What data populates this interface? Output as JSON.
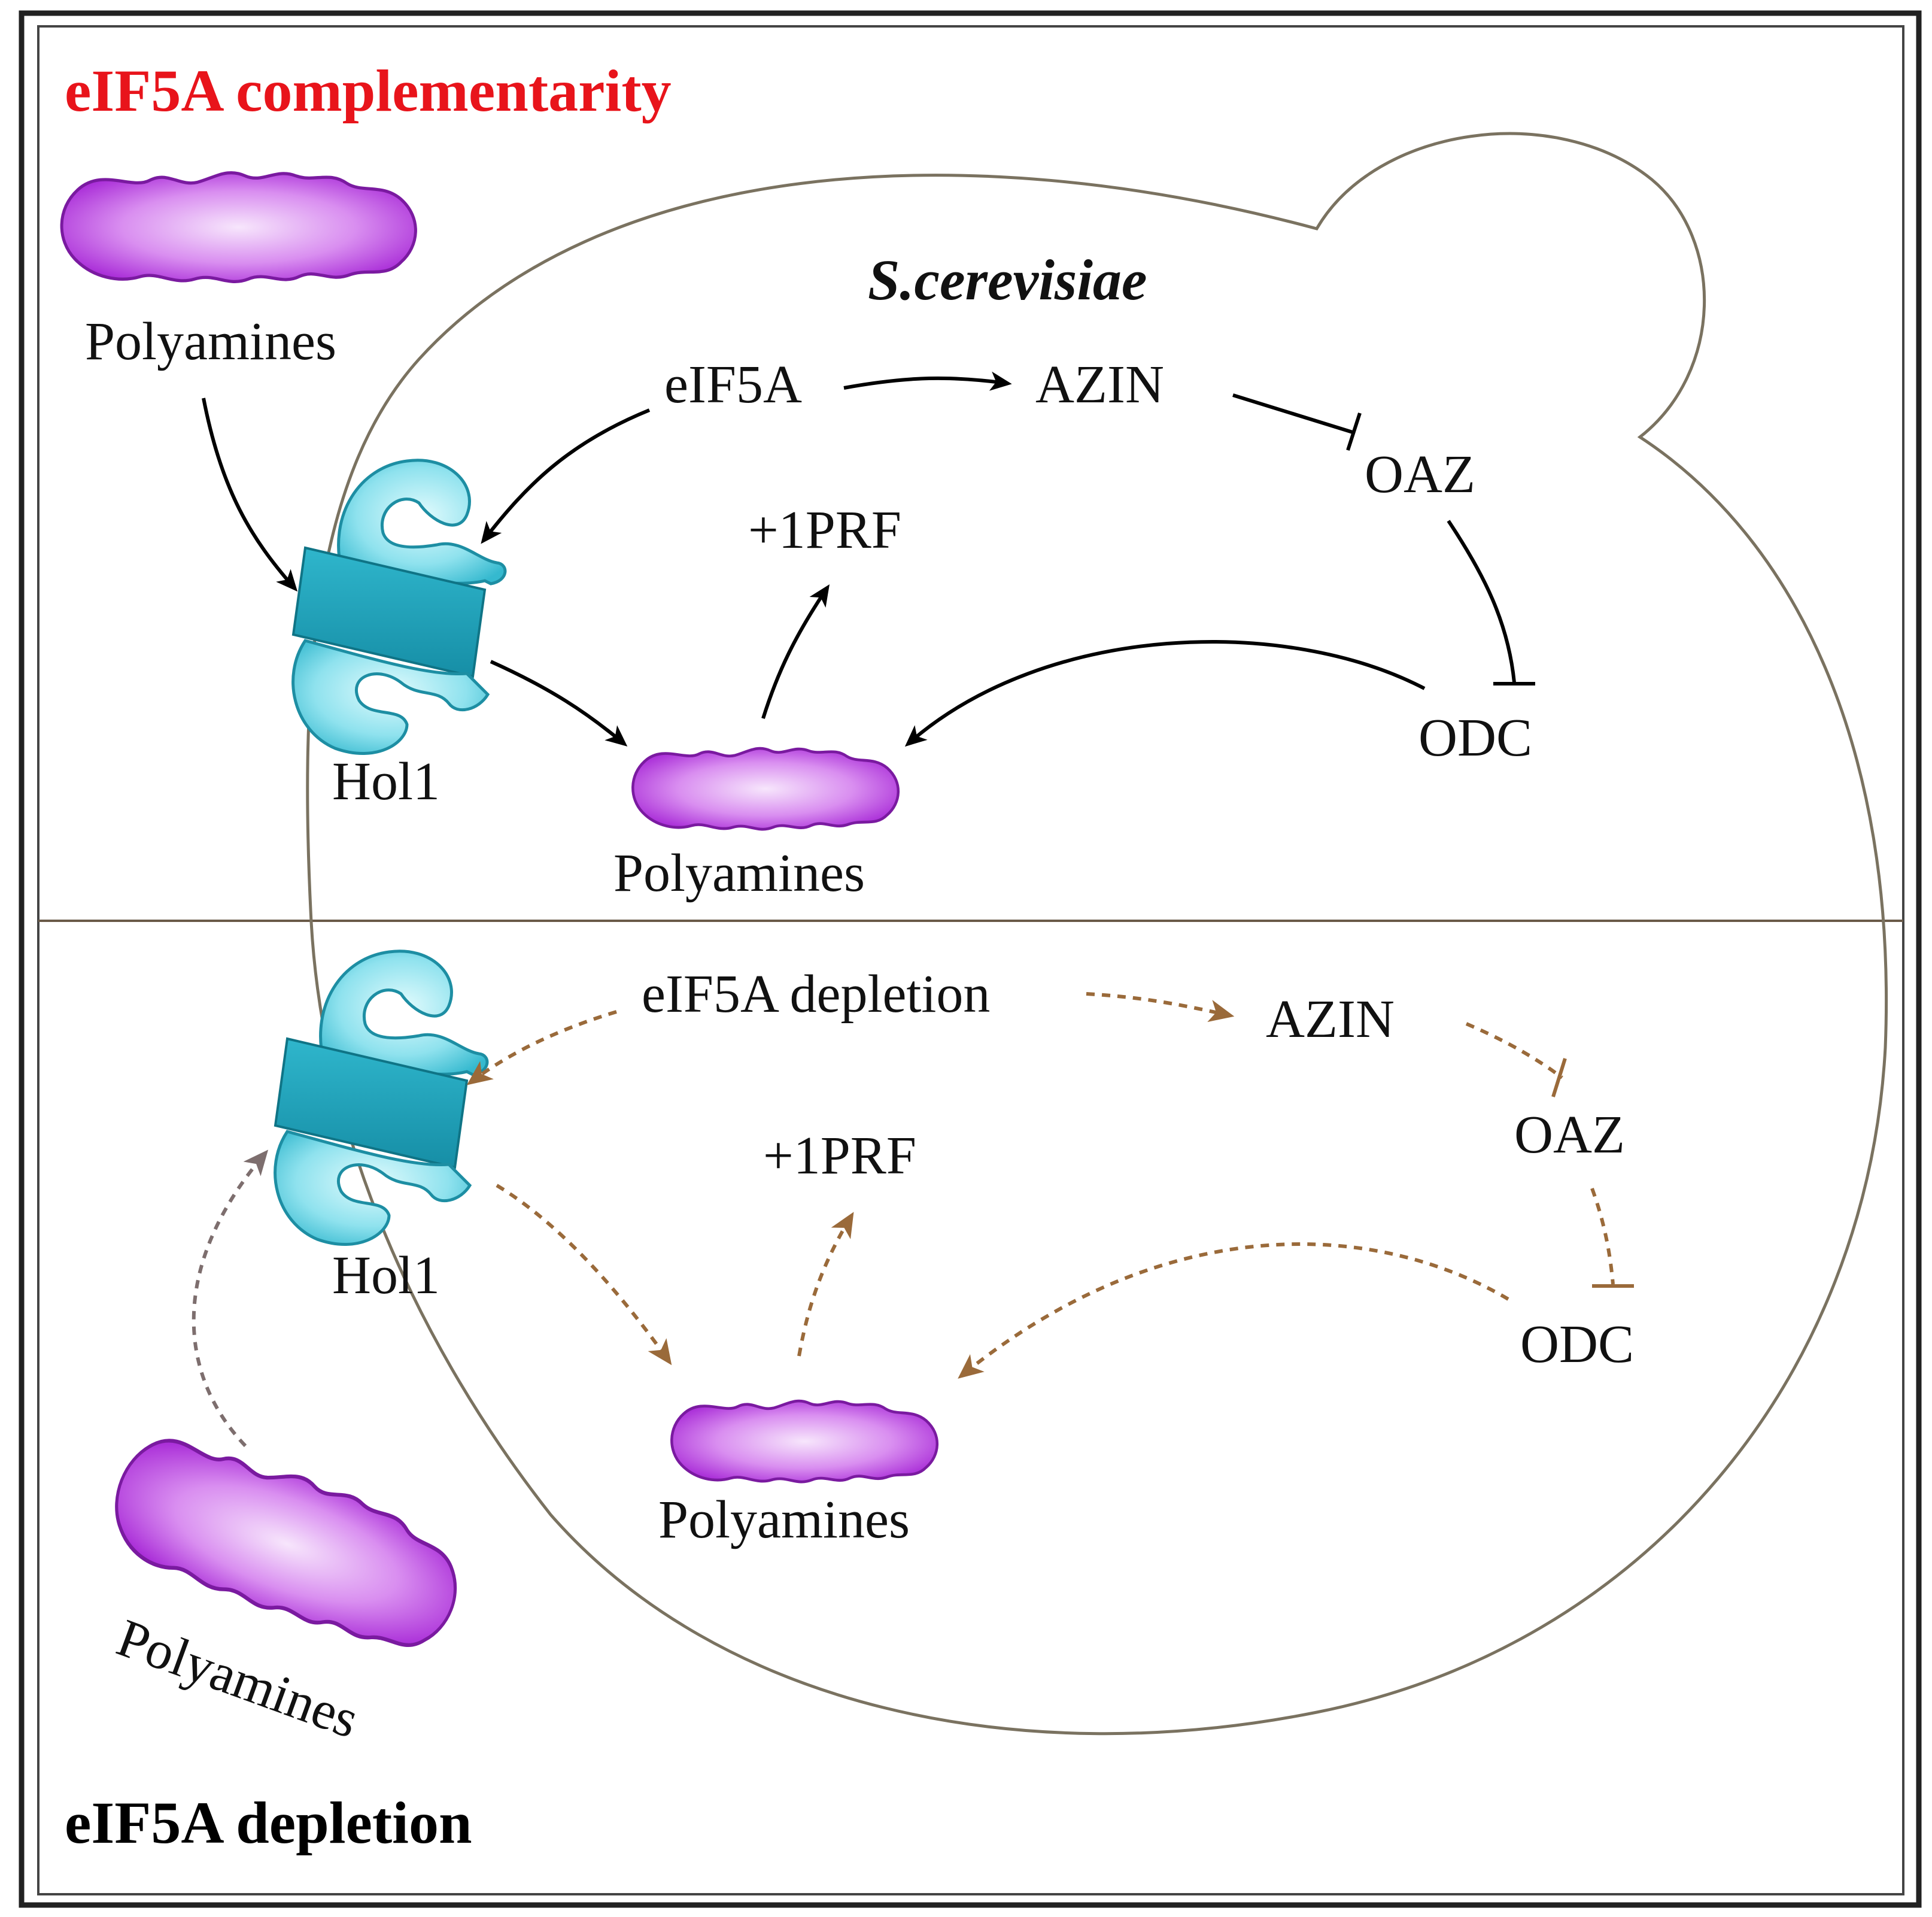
{
  "titles": {
    "top": "eIF5A complementarity",
    "bottom": "eIF5A depletion",
    "organism": "S.cerevisiae"
  },
  "top_panel": {
    "polyamines_outside": "Polyamines",
    "eif5a": "eIF5A",
    "azin": "AZIN",
    "oaz": "OAZ",
    "prf": "+1PRF",
    "odc": "ODC",
    "hol1": "Hol1",
    "polyamines_inside": "Polyamines"
  },
  "bottom_panel": {
    "eif5a_depletion": "eIF5A depletion",
    "azin": "AZIN",
    "oaz": "OAZ",
    "prf": "+1PRF",
    "odc": "ODC",
    "hol1": "Hol1",
    "polyamines_inside": "Polyamines",
    "polyamines_outside": "Polyamines"
  },
  "colors": {
    "title_top": "#e8141b",
    "title_bottom": "#000000",
    "text": "#111111",
    "solid_arrow": "#000000",
    "dashed_arrow": "#9a6a3a",
    "dashed_arrow_grey": "#7d6e6e",
    "cell_outline": "#7a7260",
    "divider": "#b88a55",
    "polyamine_light": "#f4d8fb",
    "polyamine_dark": "#a626d6",
    "hol1_light": "#d4f6fb",
    "hol1_dark": "#1aa6bf"
  }
}
